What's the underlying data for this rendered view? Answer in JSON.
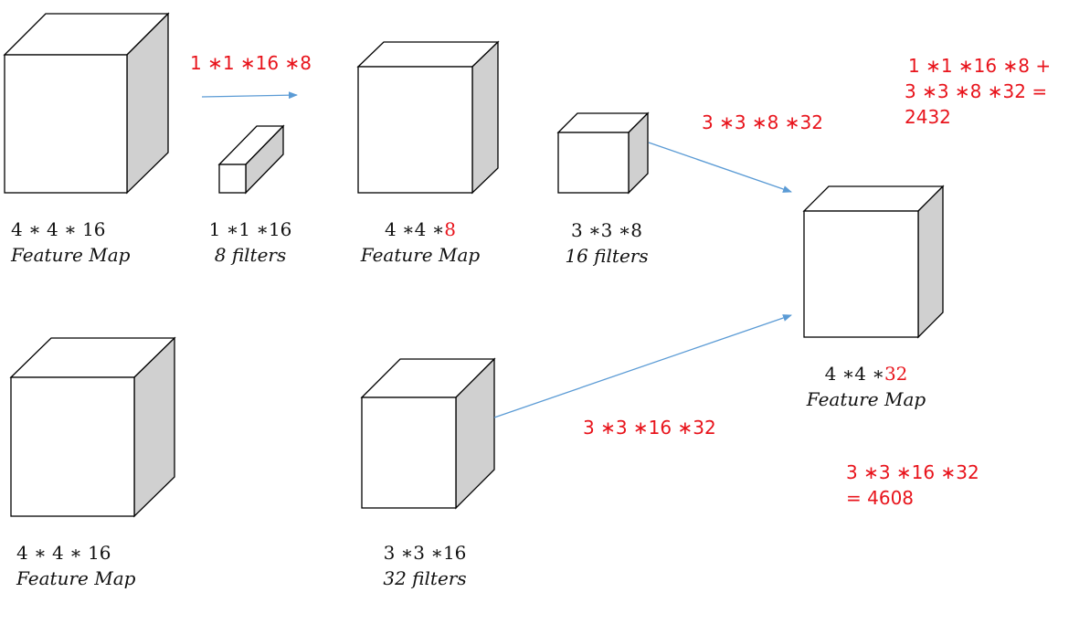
{
  "colors": {
    "accent": "#e8141c",
    "arrow": "#5b9bd5",
    "cube_front": "#ffffff",
    "cube_top": "#ffffff",
    "cube_side": "#d0d0d0",
    "text": "#111111"
  },
  "blocks": {
    "input_top": {
      "dims": "4 ∗ 4 ∗ 16",
      "caption": "Feature Map"
    },
    "filter_1x1": {
      "dims": "1 ∗1 ∗16",
      "caption": "8 filters"
    },
    "mid_map": {
      "dims_prefix": "4 ∗4 ∗",
      "dims_highlight": "8",
      "caption": "Feature Map"
    },
    "filter_3x3_small": {
      "dims": "3 ∗3 ∗8",
      "caption": "16 filters"
    },
    "output_map": {
      "dims_prefix": "4 ∗4 ∗",
      "dims_highlight": "32",
      "caption": "Feature Map"
    },
    "input_bottom": {
      "dims": "4 ∗ 4 ∗ 16",
      "caption": "Feature Map"
    },
    "filter_3x3_large": {
      "dims": "3 ∗3 ∗16",
      "caption": "32 filters"
    }
  },
  "annotations": {
    "top_arrow_label": "1 ∗1 ∗16 ∗8",
    "upper_path_label": "3 ∗3 ∗8 ∗32",
    "lower_path_label": "3 ∗3 ∗16 ∗32"
  },
  "totals": {
    "bottleneck": {
      "line1": "1 ∗1 ∗16 ∗8 +",
      "line2": "3 ∗3 ∗8 ∗32 =",
      "line3": "2432"
    },
    "direct": {
      "line1": "3 ∗3 ∗16 ∗32",
      "line2": "= 4608"
    }
  }
}
